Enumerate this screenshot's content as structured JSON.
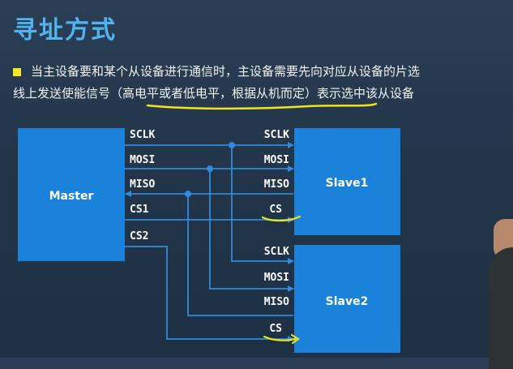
{
  "title": "寻址方式",
  "paragraph": {
    "line1": "当主设备要和某个从设备进行通信时，主设备需要先向对应从设备的片选",
    "line2_a": "线上发送使能信号（",
    "line2_b": "高电平或者低电平，根据从机而定",
    "line2_c": "）表示选中该从设备"
  },
  "diagram": {
    "master": "Master",
    "slave1": "Slave1",
    "slave2": "Slave2",
    "master_pins": [
      "SCLK",
      "MOSI",
      "MISO",
      "CS1",
      "CS2"
    ],
    "slave1_pins": [
      "SCLK",
      "MOSI",
      "MISO",
      "CS"
    ],
    "slave2_pins": [
      "SCLK",
      "MOSI",
      "MISO",
      "CS"
    ]
  },
  "colors": {
    "box": "#1a82d8",
    "line": "#2f8ae0",
    "title": "#4fb4f0",
    "bullet": "#f1e82a",
    "highlight": "#f3e21c"
  }
}
